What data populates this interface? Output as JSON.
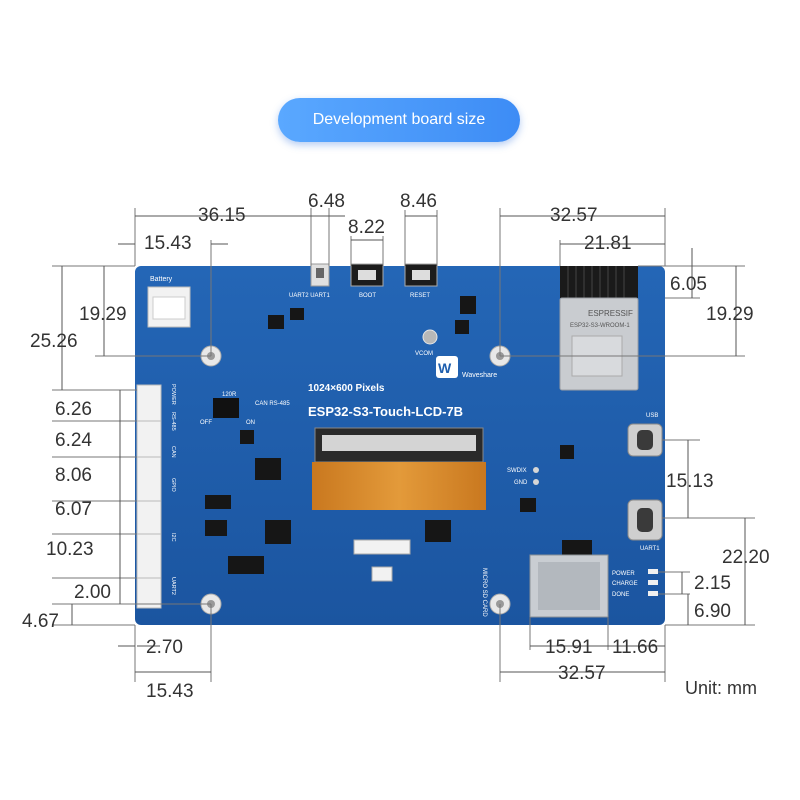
{
  "header": {
    "title": "Development board size"
  },
  "board": {
    "model": "ESP32-S3-Touch-LCD-7B",
    "resolution": "1024×600 Pixels",
    "brand": "Waveshare",
    "labels": {
      "battery": "Battery",
      "uart2_uart1": "UART2 UART1",
      "boot": "BOOT",
      "reset": "RESET",
      "vcom": "VCOM",
      "res120": "120R",
      "can_rs485": "CAN RS-485",
      "off": "OFF",
      "on": "ON",
      "usb": "USB",
      "uart1": "UART1",
      "swdix": "SWDIX",
      "gnd": "GND",
      "power": "POWER",
      "charge": "CHARGE",
      "done": "DONE",
      "micro_sd": "MICRO SD CARD",
      "module_brand": "ESPRESSIF",
      "module_name": "ESP32-S3-WROOM-1",
      "port_power": "POWER",
      "port_rs485": "RS-485",
      "port_can": "CAN",
      "port_gpio": "GPIO",
      "port_i2c": "I2C",
      "port_uart2": "UART2"
    }
  },
  "dimensions": {
    "top_36_15": "36.15",
    "top_15_43": "15.43",
    "top_6_48": "6.48",
    "top_8_22": "8.22",
    "top_8_46": "8.46",
    "top_32_57": "32.57",
    "top_21_81": "21.81",
    "right_6_05": "6.05",
    "right_19_29": "19.29",
    "left_19_29": "19.29",
    "left_25_26": "25.26",
    "left_6_26": "6.26",
    "left_6_24": "6.24",
    "left_8_06": "8.06",
    "left_6_07": "6.07",
    "left_10_23": "10.23",
    "left_2_00": "2.00",
    "left_4_67": "4.67",
    "right_15_13": "15.13",
    "right_22_20": "22.20",
    "right_2_15": "2.15",
    "right_6_90": "6.90",
    "bottom_2_70": "2.70",
    "bottom_15_43": "15.43",
    "bottom_15_91": "15.91",
    "bottom_11_66": "11.66",
    "bottom_32_57": "32.57"
  },
  "unit": "Unit: mm",
  "colors": {
    "pcb": "#1f5fae",
    "pcb_dark": "#174a8a",
    "pill": "#3d8cf5"
  }
}
